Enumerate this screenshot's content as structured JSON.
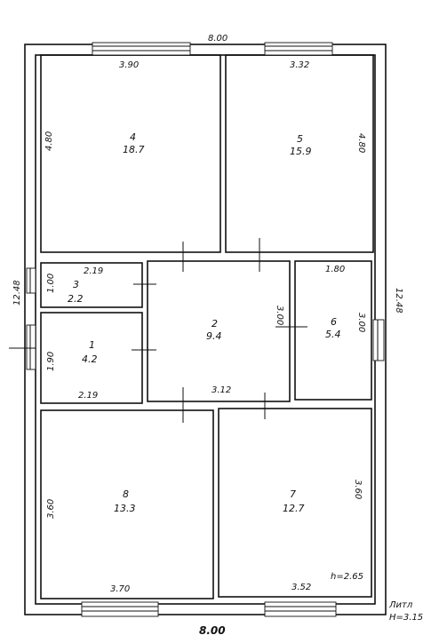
{
  "plan": {
    "overall": {
      "top_width": "8.00",
      "bottom_width": "8.00",
      "left_length": "12.48",
      "right_length": "12.48",
      "height_note": "h=2.65",
      "stamp_line1": "Литл",
      "stamp_line2": "H=3.15"
    },
    "rooms": [
      {
        "id": "4",
        "area": "18.7",
        "dims": [
          "3.90",
          "4.80"
        ]
      },
      {
        "id": "5",
        "area": "15.9",
        "dims": [
          "3.32",
          "4.80"
        ]
      },
      {
        "id": "3",
        "area": "2.2",
        "dims": [
          "2.19",
          "1.00"
        ]
      },
      {
        "id": "1",
        "area": "4.2",
        "dims": [
          "2.19",
          "1.90"
        ]
      },
      {
        "id": "2",
        "area": "9.4",
        "dims": [
          "3.12",
          "3.00"
        ]
      },
      {
        "id": "6",
        "area": "5.4",
        "dims": [
          "1.80",
          "3.00"
        ]
      },
      {
        "id": "8",
        "area": "13.3",
        "dims": [
          "3.70",
          "3.60"
        ]
      },
      {
        "id": "7",
        "area": "12.7",
        "dims": [
          "3.52",
          "3.60"
        ]
      }
    ]
  }
}
